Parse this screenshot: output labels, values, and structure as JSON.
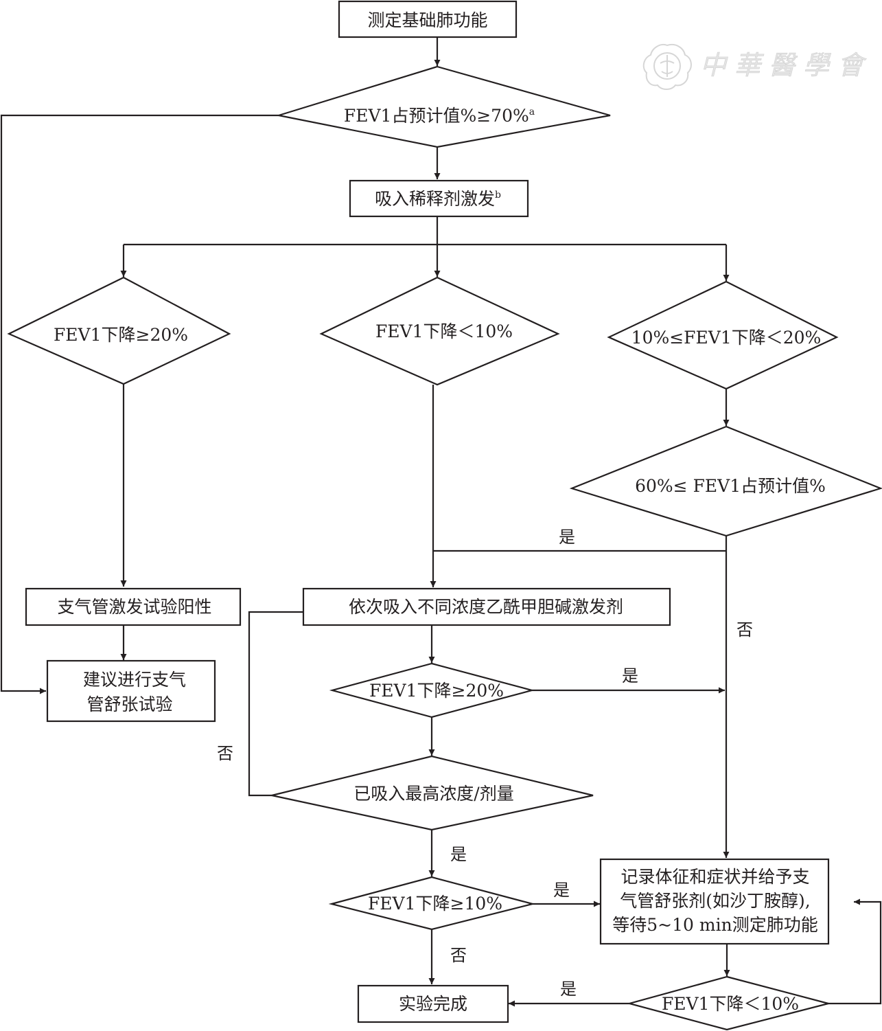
{
  "watermark": {
    "text": "中華醫學會",
    "logo_icon": "chinese-medical-association-emblem"
  },
  "colors": {
    "line": "#231f20",
    "background": "#ffffff",
    "watermark": "#d6d6d6"
  },
  "nodes": {
    "baseline": {
      "type": "process",
      "text": "测定基础肺功能"
    },
    "fev1_ge70": {
      "type": "decision",
      "text": "FEV1占预计值%≥70%",
      "sup": "a"
    },
    "diluent": {
      "type": "process",
      "text": "吸入稀释剂激发",
      "sup": "b"
    },
    "drop_ge20": {
      "type": "decision",
      "text": "FEV1下降≥20%"
    },
    "drop_lt10": {
      "type": "decision",
      "text": "FEV1下降＜10%"
    },
    "drop_10_20": {
      "type": "decision",
      "text": "10%≤FEV1下降＜20%"
    },
    "fev1_ge60": {
      "type": "decision",
      "text": "60%≤ FEV1占预计值%"
    },
    "positive": {
      "type": "process",
      "text": "支气管激发试验阳性"
    },
    "methacholine": {
      "type": "process",
      "text": "依次吸入不同浓度乙酰甲胆碱激发剂"
    },
    "suggest_bdt": {
      "type": "process",
      "lines": [
        "建议进行支气",
        "管舒张试验"
      ]
    },
    "mch_drop_ge20": {
      "type": "decision",
      "text": "FEV1下降≥20%"
    },
    "max_dose": {
      "type": "decision",
      "text": "已吸入最高浓度/剂量"
    },
    "final_drop_ge10": {
      "type": "decision",
      "text": "FEV1下降≥10%"
    },
    "record_bronchodilator": {
      "type": "process",
      "lines": [
        "记录体征和症状并给予支",
        "气管舒张剂(如沙丁胺醇),",
        "等待5~10 min测定肺功能"
      ]
    },
    "done": {
      "type": "terminal",
      "text": "实验完成"
    },
    "recovery_lt10": {
      "type": "decision",
      "text": "FEV1下降＜10%"
    }
  },
  "edge_labels": {
    "ge60_yes": "是",
    "ge60_no": "否",
    "mch_ge20_yes": "是",
    "max_dose_no": "否",
    "max_dose_yes": "是",
    "final_ge10_yes": "是",
    "final_ge10_no": "否",
    "recovery_yes": "是"
  }
}
